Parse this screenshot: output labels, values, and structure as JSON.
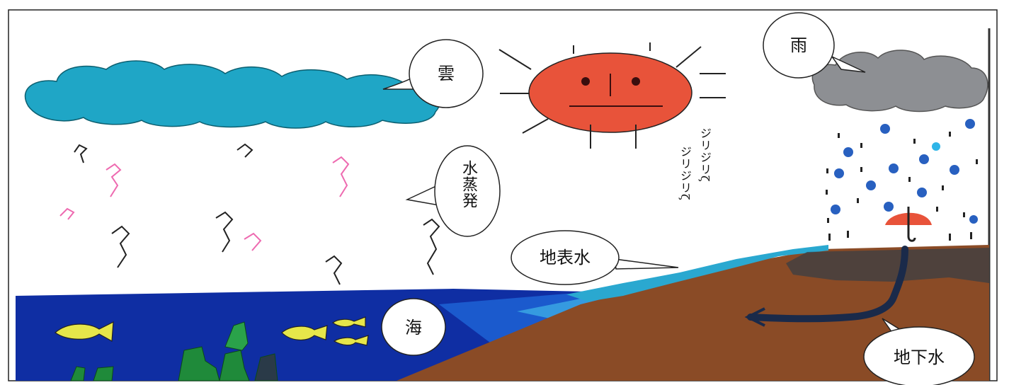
{
  "labels": {
    "cloud": "雲",
    "vapor": "水蒸発",
    "sea": "海",
    "surface_water": "地表水",
    "rain": "雨",
    "groundwater": "地下水",
    "sun_sound_1": "ジリジリζ",
    "sun_sound_2": "ジリジリζ"
  },
  "colors": {
    "sky_cloud": "#1fa6c6",
    "rain_cloud": "#8d8f93",
    "sun": "#e8533a",
    "sea": "#0f2ea3",
    "land": "#8a4b26",
    "fish": "#e6e64a",
    "seaweed": "#1f8a3a",
    "surface_water": "#2aa8d0",
    "groundwater": "#1a2a4a"
  }
}
